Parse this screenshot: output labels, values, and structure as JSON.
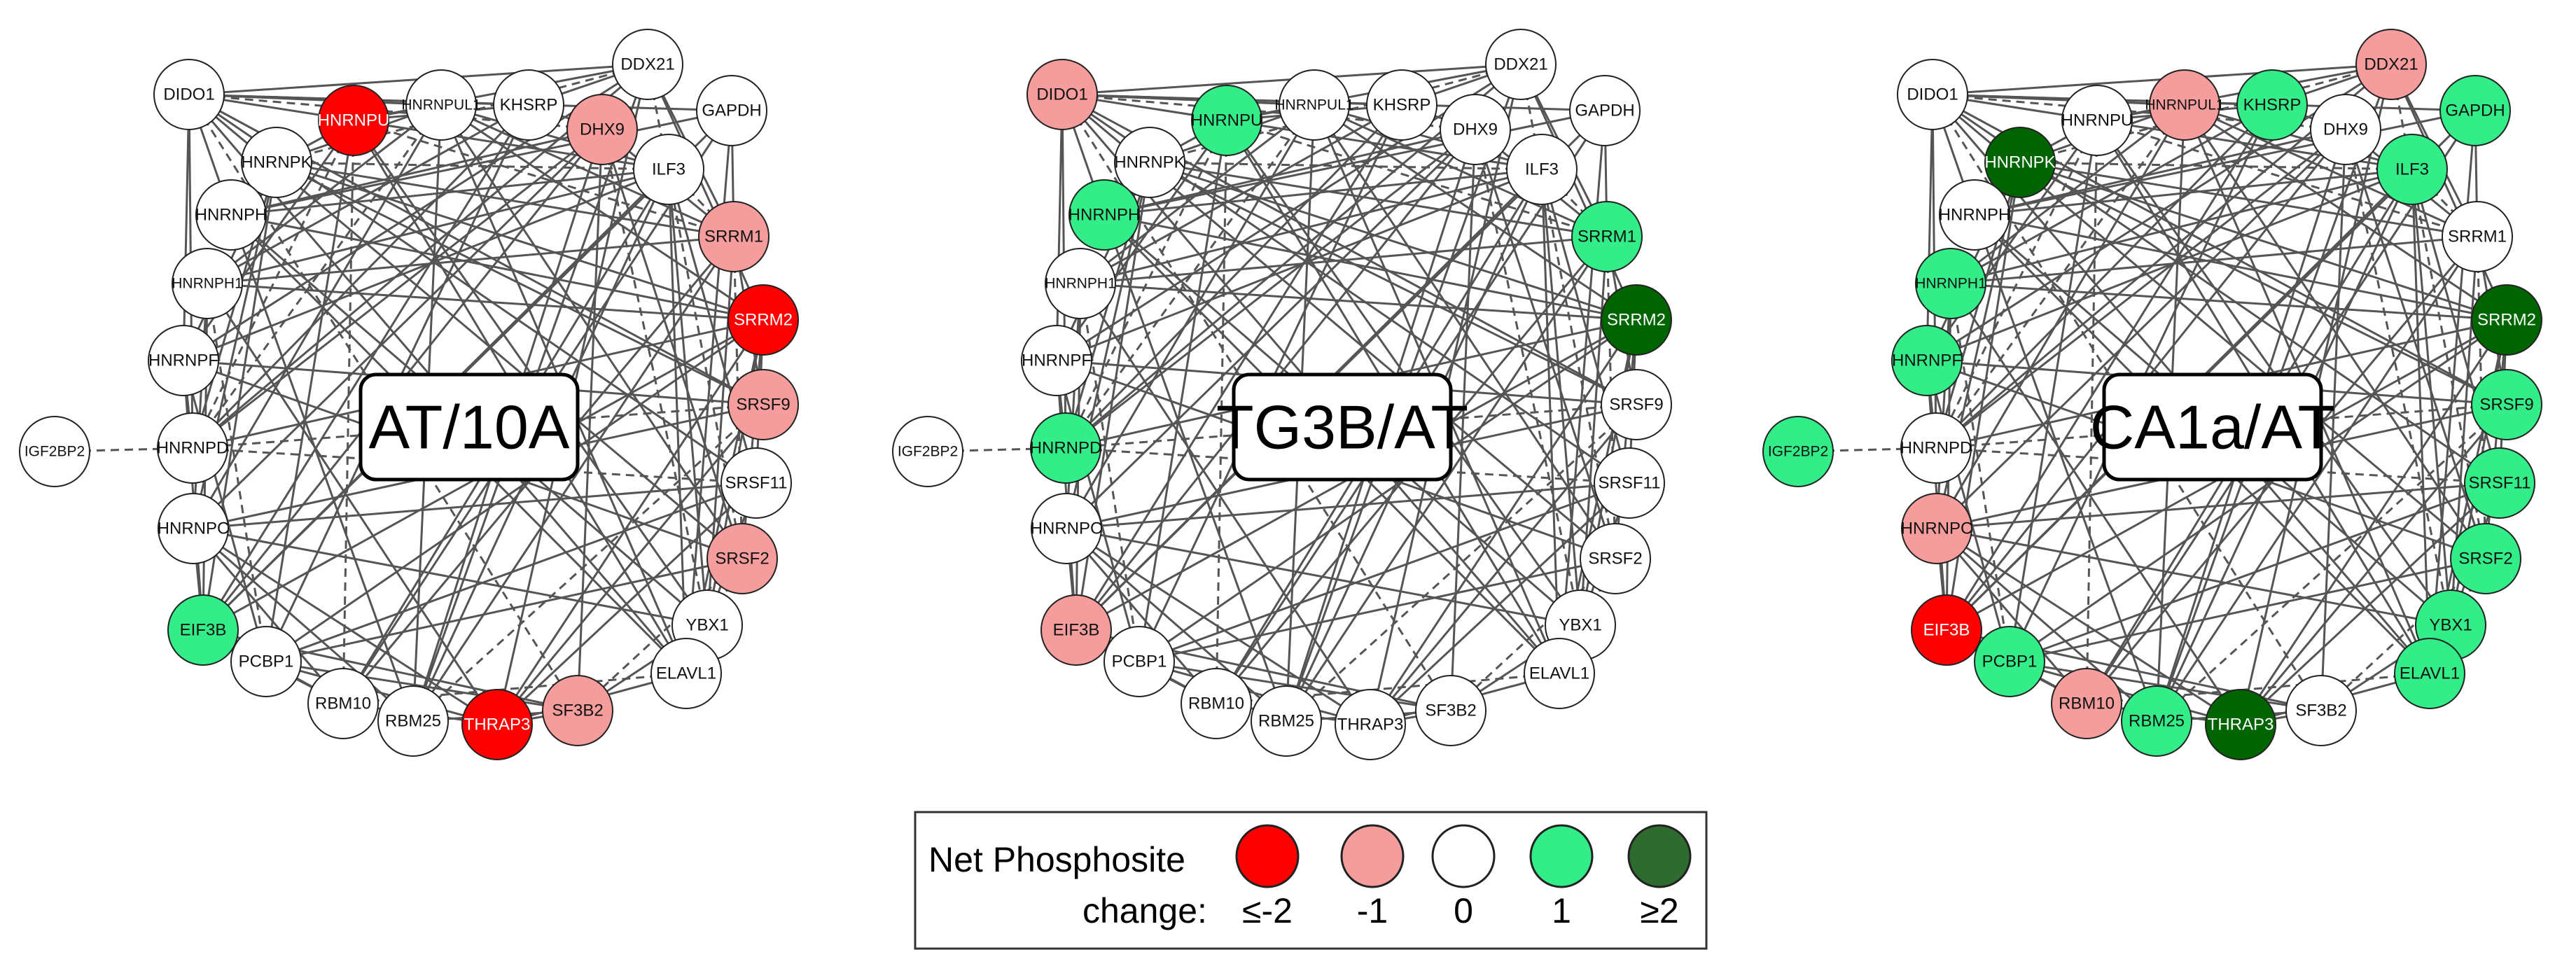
{
  "colors": {
    "le_-2": "#ff0000",
    "-1": "#f59d9d",
    "0": "#ffffff",
    "1": "#33ee88",
    "ge_2": "#006400",
    "edge": "#555555",
    "border": "#222222"
  },
  "panels": [
    {
      "title": "AT/10A",
      "nodes": [
        {
          "name": "DIDO1",
          "level": "0"
        },
        {
          "name": "HNRNPU",
          "level": "le_-2"
        },
        {
          "name": "HNRNPUL1",
          "level": "0"
        },
        {
          "name": "KHSRP",
          "level": "0"
        },
        {
          "name": "DDX21",
          "level": "0"
        },
        {
          "name": "DHX9",
          "level": "-1"
        },
        {
          "name": "GAPDH",
          "level": "0"
        },
        {
          "name": "ILF3",
          "level": "0"
        },
        {
          "name": "HNRNPK",
          "level": "0"
        },
        {
          "name": "HNRNPH",
          "level": "0"
        },
        {
          "name": "SRRM1",
          "level": "-1"
        },
        {
          "name": "HNRNPH1",
          "level": "0"
        },
        {
          "name": "SRRM2",
          "level": "le_-2"
        },
        {
          "name": "HNRNPF",
          "level": "0"
        },
        {
          "name": "SRSF9",
          "level": "-1"
        },
        {
          "name": "IGF2BP2",
          "level": "0"
        },
        {
          "name": "HNRNPD",
          "level": "0"
        },
        {
          "name": "SRSF11",
          "level": "0"
        },
        {
          "name": "HNRNPC",
          "level": "0"
        },
        {
          "name": "SRSF2",
          "level": "-1"
        },
        {
          "name": "EIF3B",
          "level": "1"
        },
        {
          "name": "YBX1",
          "level": "0"
        },
        {
          "name": "PCBP1",
          "level": "0"
        },
        {
          "name": "ELAVL1",
          "level": "0"
        },
        {
          "name": "RBM10",
          "level": "0"
        },
        {
          "name": "RBM25",
          "level": "0"
        },
        {
          "name": "THRAP3",
          "level": "le_-2"
        },
        {
          "name": "SF3B2",
          "level": "-1"
        }
      ]
    },
    {
      "title": "TG3B/AT",
      "nodes": [
        {
          "name": "DIDO1",
          "level": "-1"
        },
        {
          "name": "HNRNPU",
          "level": "1"
        },
        {
          "name": "HNRNPUL1",
          "level": "0"
        },
        {
          "name": "KHSRP",
          "level": "0"
        },
        {
          "name": "DDX21",
          "level": "0"
        },
        {
          "name": "DHX9",
          "level": "0"
        },
        {
          "name": "GAPDH",
          "level": "0"
        },
        {
          "name": "ILF3",
          "level": "0"
        },
        {
          "name": "HNRNPK",
          "level": "0"
        },
        {
          "name": "HNRNPH",
          "level": "1"
        },
        {
          "name": "SRRM1",
          "level": "1"
        },
        {
          "name": "HNRNPH1",
          "level": "0"
        },
        {
          "name": "SRRM2",
          "level": "ge_2"
        },
        {
          "name": "HNRNPF",
          "level": "0"
        },
        {
          "name": "SRSF9",
          "level": "0"
        },
        {
          "name": "IGF2BP2",
          "level": "0"
        },
        {
          "name": "HNRNPD",
          "level": "1"
        },
        {
          "name": "SRSF11",
          "level": "0"
        },
        {
          "name": "HNRNPC",
          "level": "0"
        },
        {
          "name": "SRSF2",
          "level": "0"
        },
        {
          "name": "EIF3B",
          "level": "-1"
        },
        {
          "name": "YBX1",
          "level": "0"
        },
        {
          "name": "PCBP1",
          "level": "0"
        },
        {
          "name": "ELAVL1",
          "level": "0"
        },
        {
          "name": "RBM10",
          "level": "0"
        },
        {
          "name": "RBM25",
          "level": "0"
        },
        {
          "name": "THRAP3",
          "level": "0"
        },
        {
          "name": "SF3B2",
          "level": "0"
        }
      ]
    },
    {
      "title": "CA1a/AT",
      "nodes": [
        {
          "name": "DIDO1",
          "level": "0"
        },
        {
          "name": "HNRNPU",
          "level": "0"
        },
        {
          "name": "HNRNPUL1",
          "level": "-1"
        },
        {
          "name": "KHSRP",
          "level": "1"
        },
        {
          "name": "DDX21",
          "level": "-1"
        },
        {
          "name": "DHX9",
          "level": "0"
        },
        {
          "name": "GAPDH",
          "level": "1"
        },
        {
          "name": "ILF3",
          "level": "1"
        },
        {
          "name": "HNRNPK",
          "level": "ge_2"
        },
        {
          "name": "HNRNPH",
          "level": "0"
        },
        {
          "name": "SRRM1",
          "level": "0"
        },
        {
          "name": "HNRNPH1",
          "level": "1"
        },
        {
          "name": "SRRM2",
          "level": "ge_2"
        },
        {
          "name": "HNRNPF",
          "level": "1"
        },
        {
          "name": "SRSF9",
          "level": "1"
        },
        {
          "name": "IGF2BP2",
          "level": "1"
        },
        {
          "name": "HNRNPD",
          "level": "0"
        },
        {
          "name": "SRSF11",
          "level": "1"
        },
        {
          "name": "HNRNPC",
          "level": "-1"
        },
        {
          "name": "SRSF2",
          "level": "1"
        },
        {
          "name": "EIF3B",
          "level": "le_-2"
        },
        {
          "name": "YBX1",
          "level": "1"
        },
        {
          "name": "PCBP1",
          "level": "1"
        },
        {
          "name": "ELAVL1",
          "level": "1"
        },
        {
          "name": "RBM10",
          "level": "-1"
        },
        {
          "name": "RBM25",
          "level": "1"
        },
        {
          "name": "THRAP3",
          "level": "ge_2"
        },
        {
          "name": "SF3B2",
          "level": "0"
        }
      ]
    }
  ],
  "legend": {
    "title_line1": "Net Phosphosite",
    "title_line2": "change:",
    "items": [
      {
        "label": "≤-2",
        "color": "#ff0000"
      },
      {
        "label": "-1",
        "color": "#f59d9d"
      },
      {
        "label": "0",
        "color": "#ffffff"
      },
      {
        "label": "1",
        "color": "#33ee88"
      },
      {
        "label": "≥2",
        "color": "#2e6b2e"
      }
    ]
  }
}
